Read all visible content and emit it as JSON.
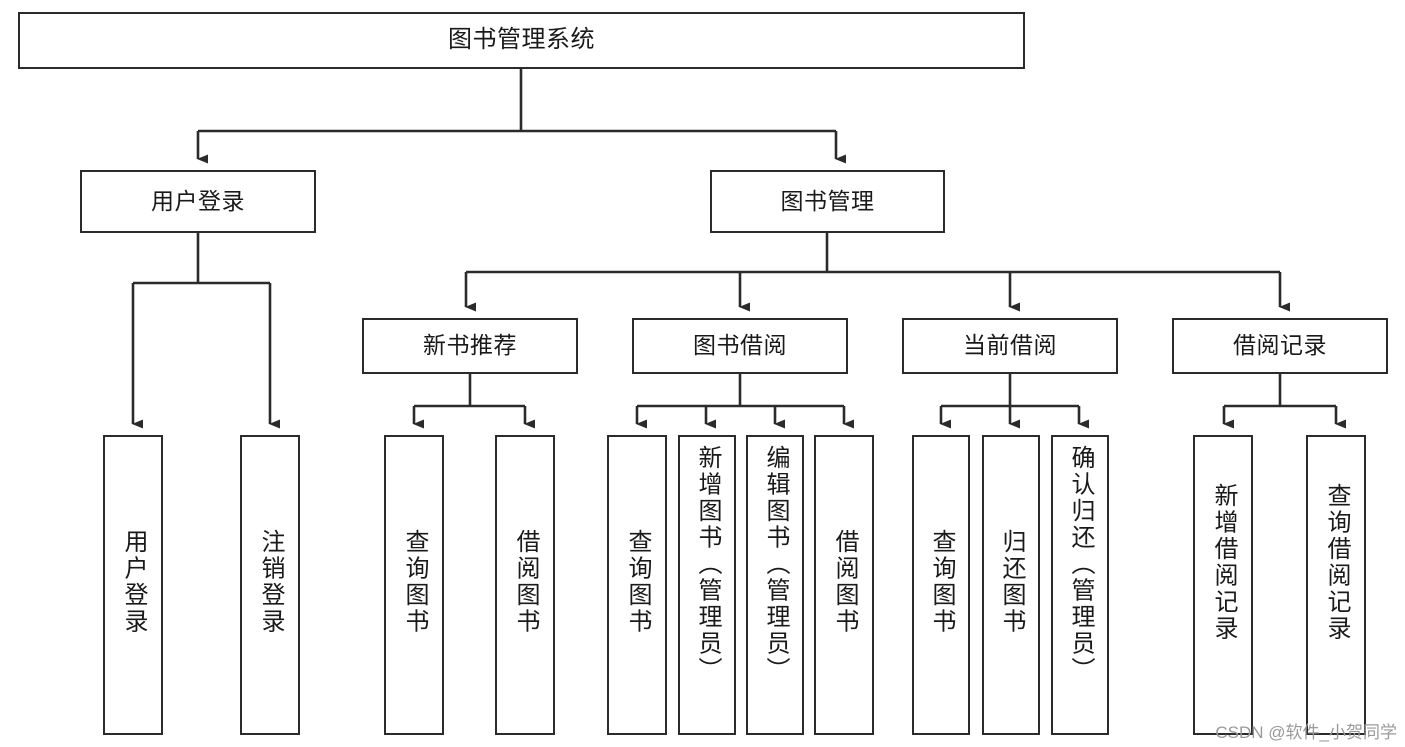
{
  "diagram": {
    "type": "tree-hierarchy",
    "title": "图书管理系统",
    "stroke_color": "#2b2b2b",
    "fill_color": "#ffffff",
    "text_color": "#1a1a1a"
  },
  "root": {
    "label": "图书管理系统"
  },
  "level2": [
    {
      "label": "用户登录"
    },
    {
      "label": "图书管理"
    }
  ],
  "level3": [
    {
      "label": "新书推荐"
    },
    {
      "label": "图书借阅"
    },
    {
      "label": "当前借阅"
    },
    {
      "label": "借阅记录"
    }
  ],
  "leaves": {
    "user_login": [
      {
        "label": "用户登录"
      },
      {
        "label": "注销登录"
      }
    ],
    "new_book": [
      {
        "label": "查询图书"
      },
      {
        "label": "借阅图书"
      }
    ],
    "book_borrow": [
      {
        "label": "查询图书"
      },
      {
        "label": "新增图书（管理员）"
      },
      {
        "label": "编辑图书（管理员）"
      },
      {
        "label": "借阅图书"
      }
    ],
    "current_borrow": [
      {
        "label": "查询图书"
      },
      {
        "label": "归还图书"
      },
      {
        "label": "确认归还（管理员）"
      }
    ],
    "borrow_record": [
      {
        "label": "新增借阅记录"
      },
      {
        "label": "查询借阅记录"
      }
    ]
  },
  "watermark": {
    "text": "CSDN @软件_小贺同学"
  }
}
